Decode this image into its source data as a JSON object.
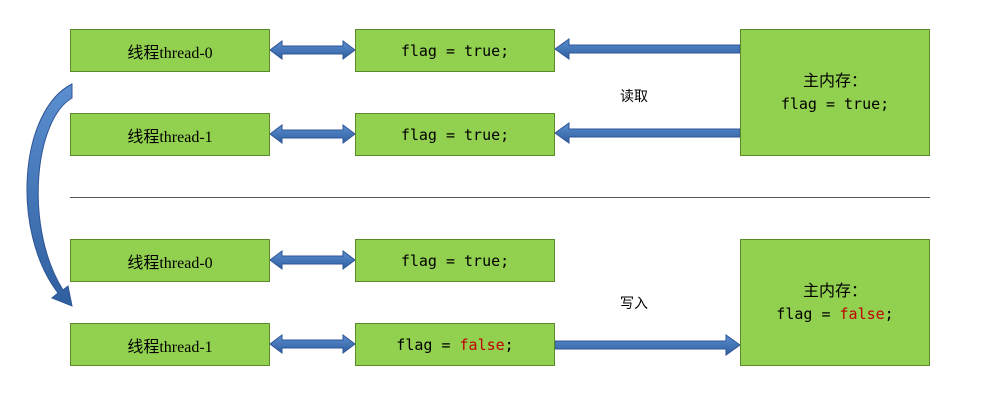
{
  "top": {
    "thread0": {
      "label": "线程thread-0",
      "value": "flag = true;"
    },
    "thread1": {
      "label": "线程thread-1",
      "value": "flag = true;"
    },
    "main_memory": {
      "title": "主内存：",
      "value_prefix": "flag = ",
      "value": "true",
      "value_suffix": ";"
    },
    "action": "读取"
  },
  "bottom": {
    "thread0": {
      "label": "线程thread-0",
      "value": "flag = true;"
    },
    "thread1": {
      "label": "线程thread-1",
      "value_prefix": "flag = ",
      "value": "false",
      "value_suffix": ";"
    },
    "main_memory": {
      "title": "主内存：",
      "value_prefix": "flag = ",
      "value": "false",
      "value_suffix": ";"
    },
    "action": "写入"
  },
  "colors": {
    "box_fill": "#92d050",
    "arrow": "#4f81bd",
    "arrow_stroke": "#2f5597",
    "highlight": "#c00000"
  }
}
